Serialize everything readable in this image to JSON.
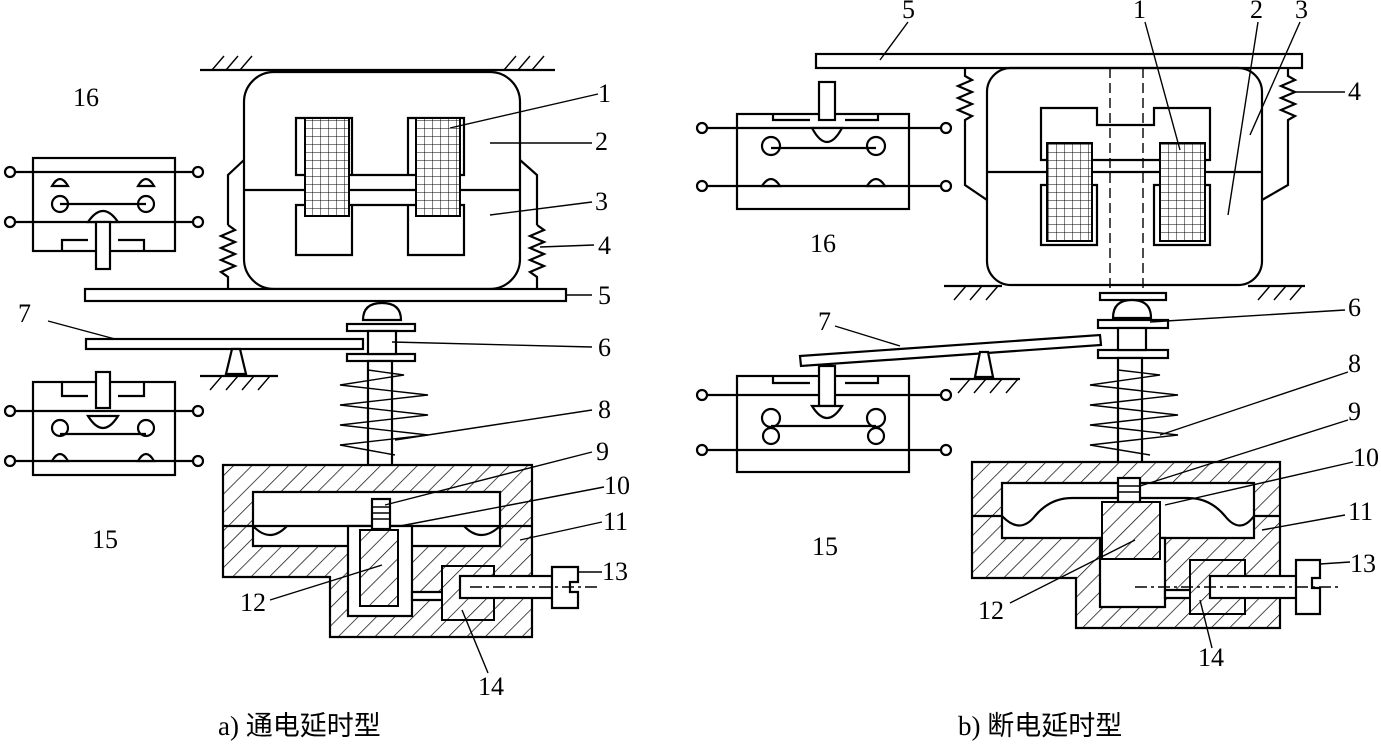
{
  "diagram_a": {
    "caption": "a) 通电延时型",
    "labels": {
      "l1": "1",
      "l2": "2",
      "l3": "3",
      "l4": "4",
      "l5": "5",
      "l6": "6",
      "l7": "7",
      "l8": "8",
      "l9": "9",
      "l10": "10",
      "l11": "11",
      "l12": "12",
      "l13": "13",
      "l14": "14",
      "l15": "15",
      "l16": "16"
    }
  },
  "diagram_b": {
    "caption": "b) 断电延时型",
    "labels": {
      "l1": "1",
      "l2": "2",
      "l3": "3",
      "l4": "4",
      "l5": "5",
      "l6": "6",
      "l7": "7",
      "l8": "8",
      "l9": "9",
      "l10": "10",
      "l11": "11",
      "l12": "12",
      "l13": "13",
      "l14": "14",
      "l15": "15",
      "l16": "16"
    }
  }
}
